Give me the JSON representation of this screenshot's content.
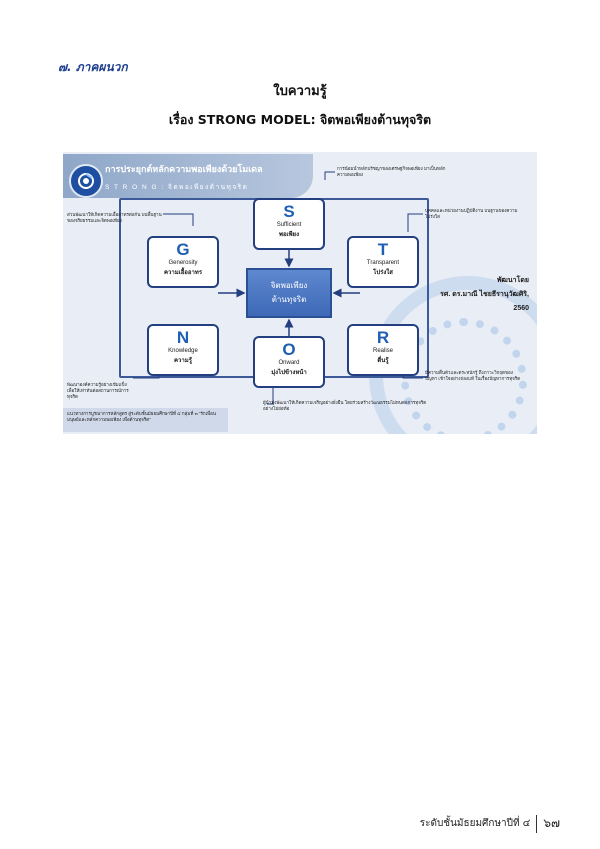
{
  "section_heading": "๗. ภาคผนวก",
  "document_title": "ใบความรู้",
  "document_subtitle": "เรื่อง STRONG MODEL: จิตพอเพียงต้านทุจริต",
  "infographic": {
    "header_title": "การประยุกต์หลักความพอเพียงด้วยโมเดล",
    "header_subtitle": "S T R O N G : จิตพอเพียงต้านทุจริต",
    "center_line1": "จิตพอเพียง",
    "center_line2": "ต้านทุจริต",
    "nodes": {
      "s": {
        "letter": "S",
        "en": "Sufficient",
        "th": "พอเพียง"
      },
      "t": {
        "letter": "T",
        "en": "Transparent",
        "th": "โปร่งใส"
      },
      "r": {
        "letter": "R",
        "en": "Realise",
        "th": "ตื่นรู้"
      },
      "o": {
        "letter": "O",
        "en": "Onward",
        "th": "มุ่งไปข้างหน้า"
      },
      "n": {
        "letter": "N",
        "en": "Knowledge",
        "th": "ความรู้"
      },
      "g": {
        "letter": "G",
        "en": "Generosity",
        "th": "ความเอื้ออาทร"
      }
    },
    "notes": {
      "s_note": "การน้อมนำหลักปรัชญาของเศรษฐกิจพอเพียง มาเป็นหลักความพอเพียง",
      "t_note": "บุคคลและหน่วยงานปฏิบัติงาน บนฐานของความโปร่งใส",
      "r_note": "มีความตื่นตัวและตระหนักรู้ ถึงภาวะวิกฤตของปัญหา เข้าใจอย่างถ่องแท้ ในเรื่องปัญหาการทุจริต",
      "o_note": "ผู้นำมุ่งพัฒนาให้เกิดความเจริญอย่างยั่งยืน โดยร่วมสร้างวัฒนธรรมไม่ทนต่อการทุจริตอย่างไม่ย่อท้อ",
      "n_note": "พัฒนาองค์ความรู้อย่างเข้มแข็ง เพื่อให้เท่าทันต่อสถานการณ์การทุจริต",
      "g_note": "ส่วนพัฒนาให้เกิดความเอื้ออาทรต่อกัน บนพื้นฐานของจริยธรรมและจิตพอเพียง"
    },
    "credit_line1": "พัฒนาโดย",
    "credit_line2": "รศ. ดร.มาณี ไชยธีรานุวัฒศิริ,",
    "credit_line3": "2560",
    "footer_note": "แนวทางการบูรณาการหลักสูตร สู่ระดับชั้นมัธยมศึกษาปีที่ ๔ กลุ่มที่ ๓ \"รักเพื่อนมนุษย์และหลักความพอเพียง เพื่อต้านทุจริต\"",
    "colors": {
      "frame": "#243f7f",
      "letter": "#1f5fb3",
      "center": "#3e69b6"
    }
  },
  "page_footer": {
    "text": "ระดับชั้นมัธยมศึกษาปีที่ ๔",
    "page_number": "๖๗"
  }
}
